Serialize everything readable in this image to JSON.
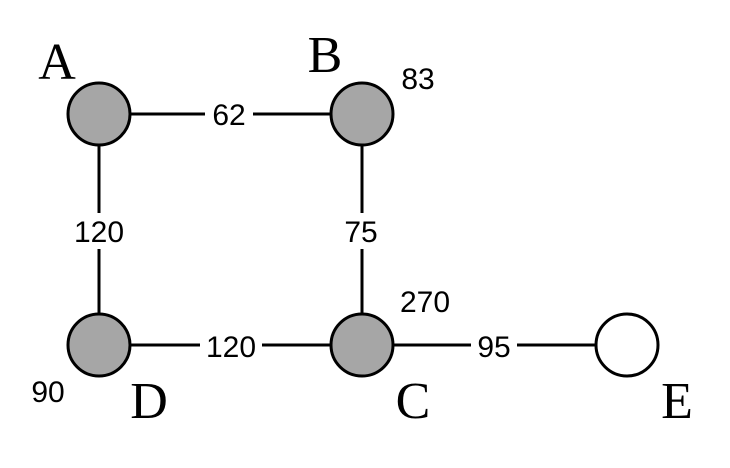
{
  "graph": {
    "colors": {
      "filled_node": "#a6a6a6",
      "empty_node": "#ffffff",
      "stroke": "#000000"
    },
    "nodes": [
      {
        "id": "A",
        "label": "A",
        "value": "",
        "filled": true
      },
      {
        "id": "B",
        "label": "B",
        "value": "83",
        "filled": true
      },
      {
        "id": "C",
        "label": "C",
        "value": "270",
        "filled": true
      },
      {
        "id": "D",
        "label": "D",
        "value": "90",
        "filled": true
      },
      {
        "id": "E",
        "label": "E",
        "value": "",
        "filled": false
      }
    ],
    "edges": [
      {
        "from": "A",
        "to": "B",
        "weight": "62"
      },
      {
        "from": "B",
        "to": "C",
        "weight": "75"
      },
      {
        "from": "A",
        "to": "D",
        "weight": "120"
      },
      {
        "from": "D",
        "to": "C",
        "weight": "120"
      },
      {
        "from": "C",
        "to": "E",
        "weight": "95"
      }
    ]
  }
}
